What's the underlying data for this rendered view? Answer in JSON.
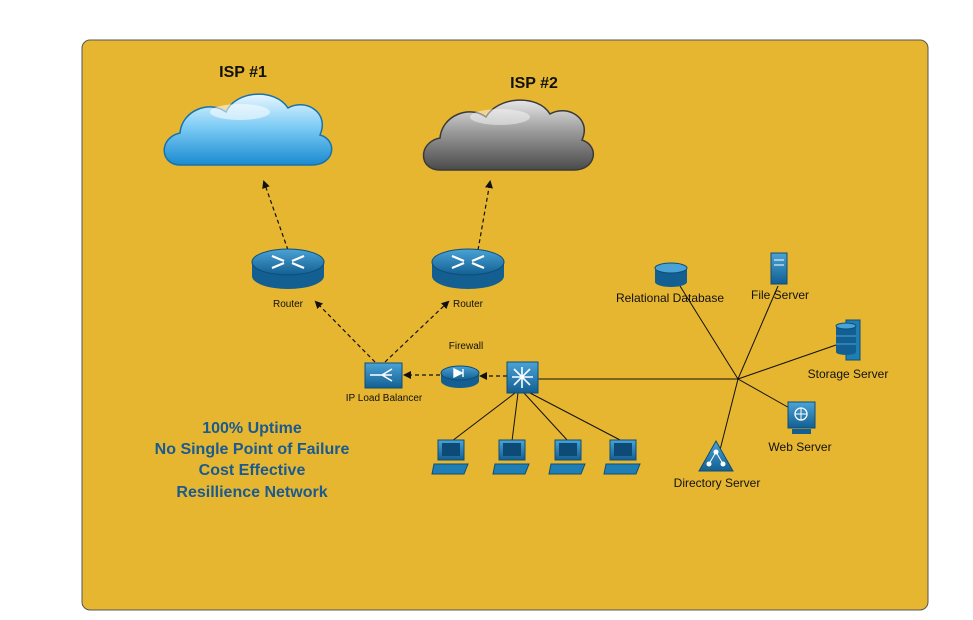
{
  "clouds": {
    "isp1": {
      "label": "ISP #1",
      "icon": "blue-cloud-icon",
      "color": "#3aa8e0"
    },
    "isp2": {
      "label": "ISP #2",
      "icon": "grey-cloud-icon",
      "color": "#6b6b6b"
    }
  },
  "devices": {
    "router1": {
      "label": "Router",
      "icon": "router-icon"
    },
    "router2": {
      "label": "Router",
      "icon": "router-icon"
    },
    "load_balancer": {
      "label": "IP Load Balancer",
      "icon": "load-balancer-icon"
    },
    "firewall": {
      "label": "Firewall",
      "icon": "firewall-icon"
    },
    "switch": {
      "icon": "layer3-switch-icon"
    },
    "workstations": [
      "workstation-icon",
      "workstation-icon",
      "workstation-icon",
      "workstation-icon"
    ]
  },
  "servers": {
    "relational_database": {
      "label": "Relational Database",
      "icon": "database-icon"
    },
    "file_server": {
      "label": "File Server",
      "icon": "file-server-icon"
    },
    "storage_server": {
      "label": "Storage Server",
      "icon": "storage-server-icon"
    },
    "web_server": {
      "label": "Web Server",
      "icon": "web-server-icon"
    },
    "directory_server": {
      "label": "Directory Server",
      "icon": "directory-server-icon"
    }
  },
  "slogan": {
    "line1": "100% Uptime",
    "line2": "No Single Point of Failure",
    "line3": "Cost Effective",
    "line4": "Resillience Network"
  },
  "colors": {
    "background_panel": "#e6b630",
    "device_blue": "#1f7fb5",
    "device_dark": "#0f5c8a",
    "slogan_text": "#1a5a8f"
  }
}
